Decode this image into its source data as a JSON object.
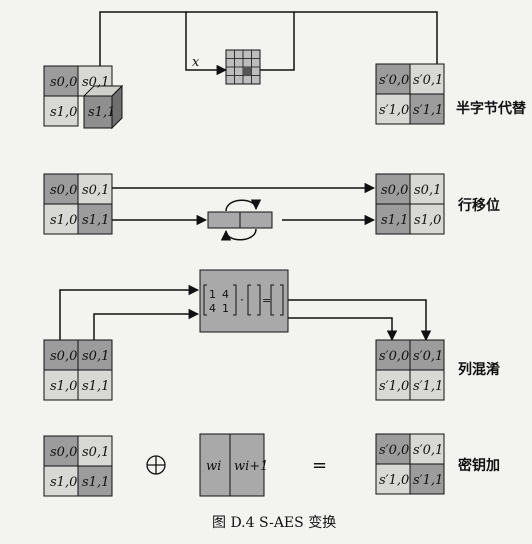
{
  "caption": "图 D.4   S-AES 变换",
  "colors": {
    "dark_cell": "#9c9c9c",
    "light_cell": "#d8d8d4",
    "box_fill": "#a9a9a9",
    "line": "#111111"
  },
  "sbox_input_label": "x",
  "cells": {
    "s00": "s0,0",
    "s01": "s0,1",
    "s10": "s1,0",
    "s11": "s1,1",
    "p00": "s′0,0",
    "p01": "s′0,1",
    "p10": "s′1,0",
    "p11": "s′1,1"
  },
  "rows": [
    {
      "label": "半字节代替",
      "icon": "sbox-grid-icon"
    },
    {
      "label": "行移位",
      "icon": "rotate-arrows-icon"
    },
    {
      "label": "列混淆",
      "icon": "matrix-multiply-icon"
    },
    {
      "label": "密钥加",
      "icon": "xor-icon"
    }
  ],
  "mixcolumn_matrix": [
    [
      "1",
      "4"
    ],
    [
      "4",
      "1"
    ]
  ],
  "mixcolumn_op": "·",
  "mixcolumn_eq": "=",
  "key_words": [
    "wi",
    "wi+1"
  ],
  "xor_symbol": "⊕",
  "equals_symbol": "="
}
